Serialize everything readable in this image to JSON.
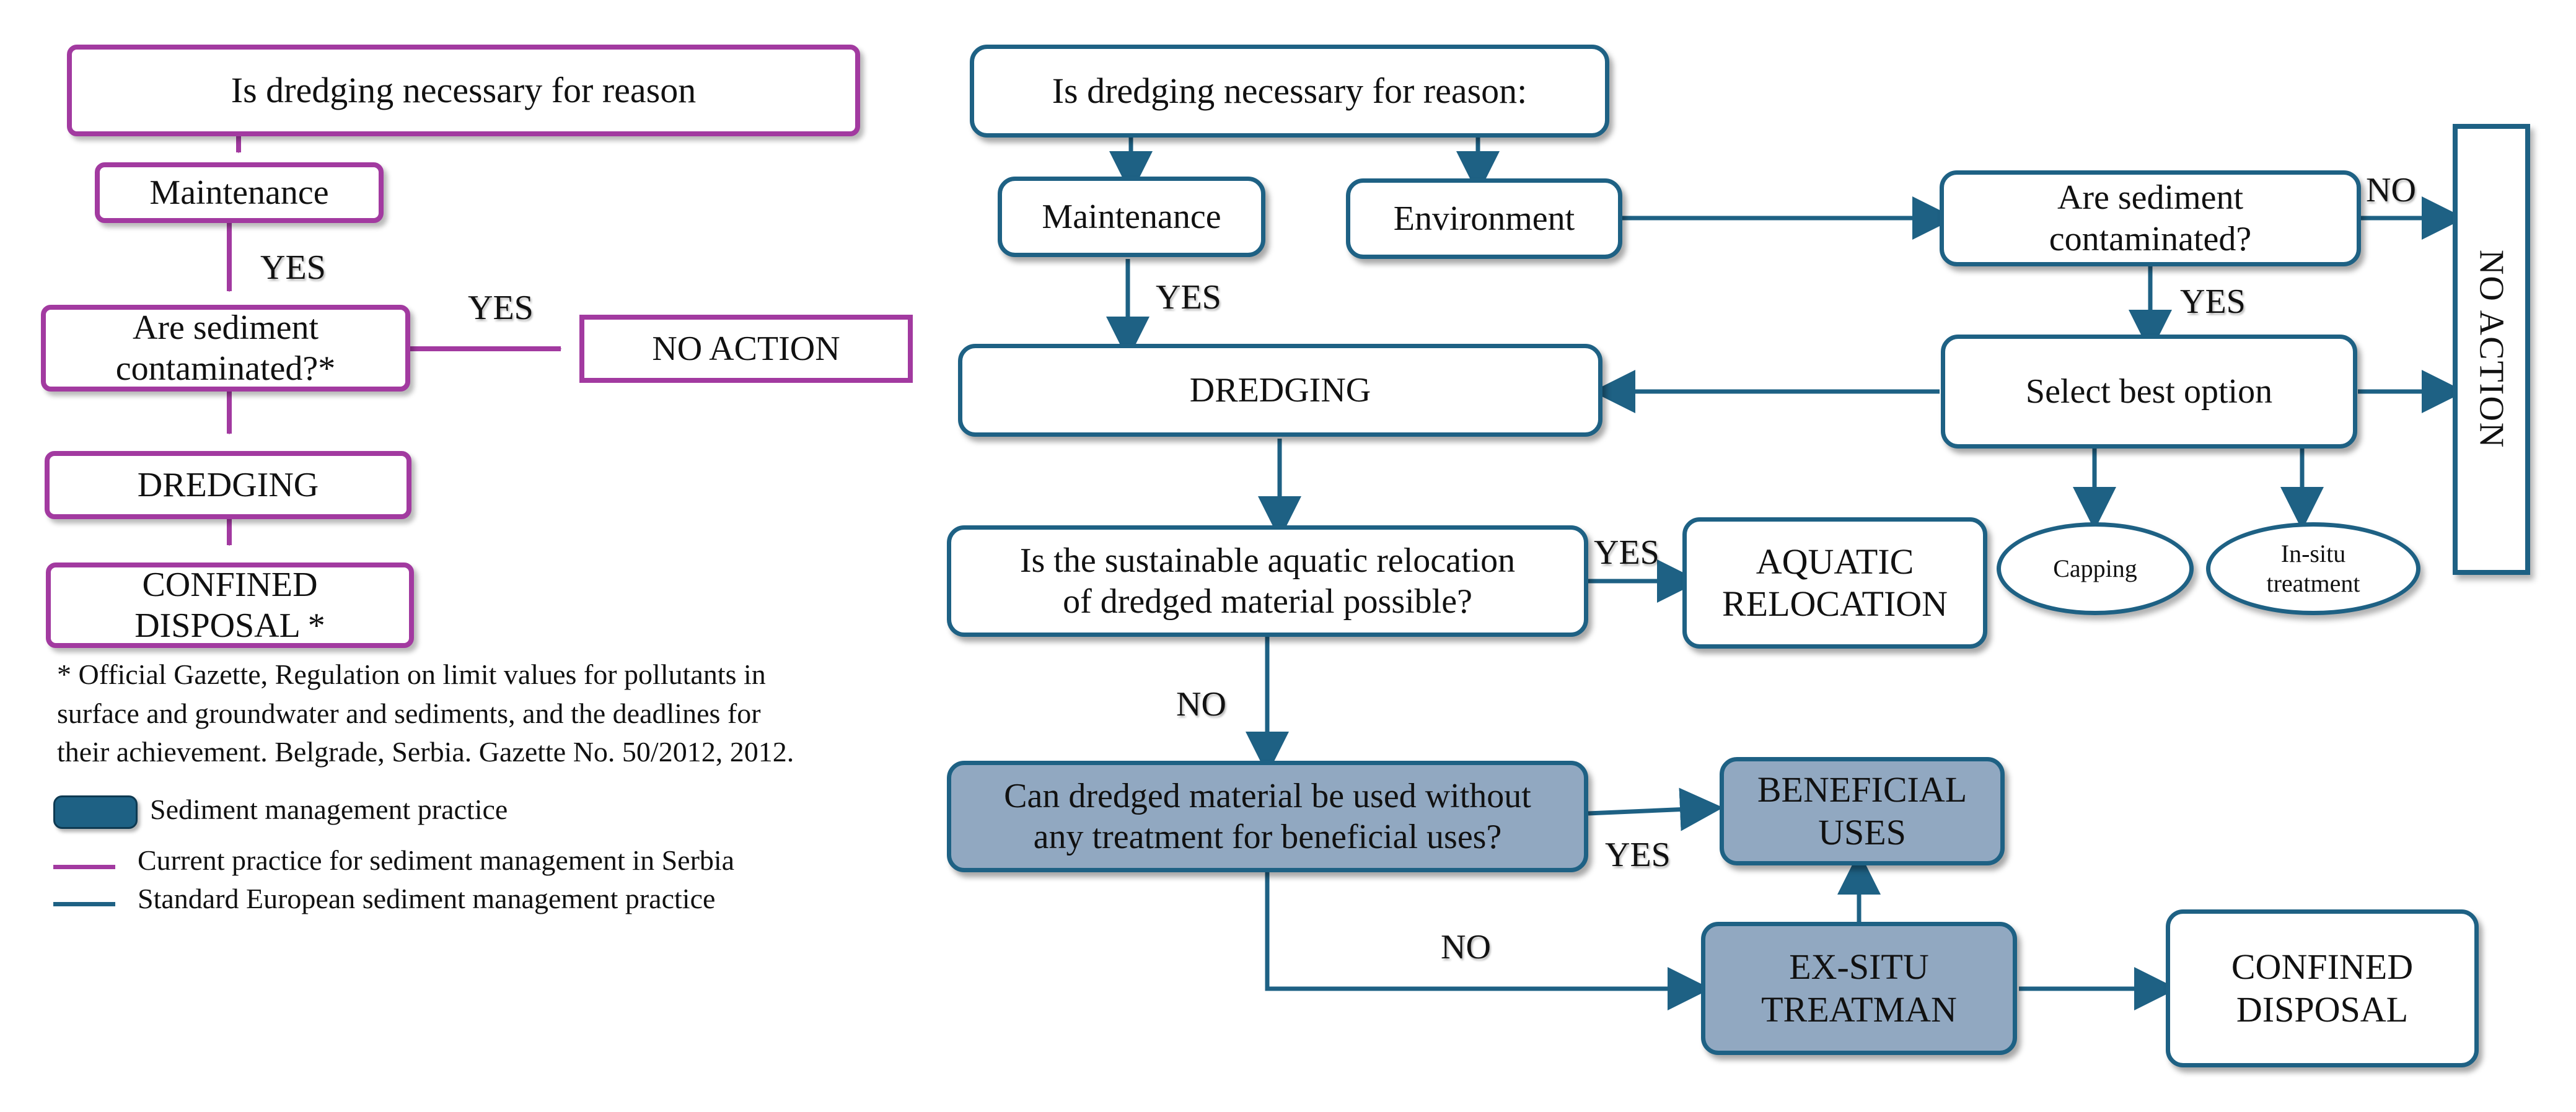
{
  "colors": {
    "serbia": "#a23aa0",
    "european": "#1e6184",
    "fill": "#91a8c1"
  },
  "serbia": {
    "question": "Is dredging necessary for reason",
    "maintenance": "Maintenance",
    "contaminated_line1": "Are sediment",
    "contaminated_line2": "contaminated?*",
    "no_action": "NO ACTION",
    "dredging": "DREDGING",
    "disposal_line1": "CONFINED",
    "disposal_line2": "DISPOSAL *",
    "yes_1": "YES",
    "yes_2": "YES"
  },
  "footnote": {
    "line1": "* Official Gazette, Regulation on limit values for pollutants in",
    "line2": "surface and groundwater and sediments, and the deadlines for",
    "line3": "their achievement. Belgrade, Serbia. Gazette No. 50/2012, 2012."
  },
  "legend": {
    "item1": "Sediment management practice",
    "item2": "Current practice for sediment management in Serbia",
    "item3": "Standard European sediment management  practice"
  },
  "european": {
    "question": "Is dredging necessary for reason:",
    "maintenance": "Maintenance",
    "environment": "Environment",
    "contaminated_line1": "Are sediment",
    "contaminated_line2": "contaminated?",
    "no_action": "NO ACTION",
    "dredging": "DREDGING",
    "select_best": "Select best option",
    "capping": "Capping",
    "insitu_line1": "In-situ",
    "insitu_line2": "treatment",
    "relocation_q_line1": "Is the sustainable aquatic relocation",
    "relocation_q_line2": "of dredged material possible?",
    "aquatic_line1": "AQUATIC",
    "aquatic_line2": "RELOCATION",
    "beneficial_q_line1": "Can dredged material be used without",
    "beneficial_q_line2": "any treatment for beneficial uses?",
    "beneficial_line1": "BENEFICIAL",
    "beneficial_line2": "USES",
    "exsitu_line1": "EX-SITU",
    "exsitu_line2": "TREATMAN",
    "disposal_line1": "CONFINED",
    "disposal_line2": "DISPOSAL",
    "yes_maint": "YES",
    "no_contam": "NO",
    "yes_contam": "YES",
    "yes_reloc": "YES",
    "no_reloc": "NO",
    "yes_benef": "YES",
    "no_benef": "NO"
  }
}
